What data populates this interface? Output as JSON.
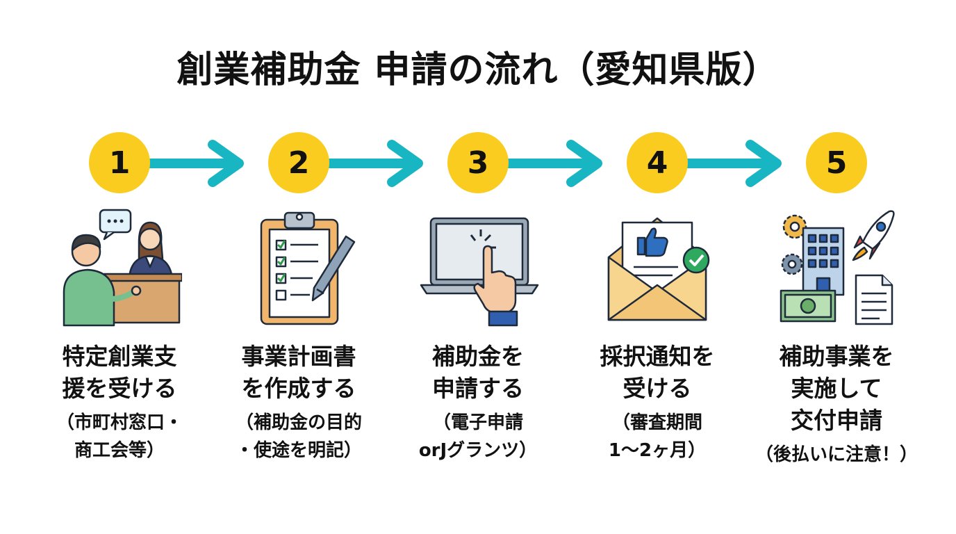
{
  "title": "創業補助金 申請の流れ（愛知県版）",
  "colors": {
    "circle": "#f9cc1f",
    "arrow": "#18b6c2",
    "outline": "#1e2a3a"
  },
  "steps": [
    {
      "number": "1",
      "label_line1": "特定創業支",
      "label_line2": "援を受ける",
      "note_line1": "（市町村窓口・",
      "note_line2": "商工会等）",
      "icon": "consultation-icon"
    },
    {
      "number": "2",
      "label_line1": "事業計画書",
      "label_line2": "を作成する",
      "note_line1": "（補助金の目的",
      "note_line2": "・使途を明記）",
      "icon": "clipboard-checklist-icon"
    },
    {
      "number": "3",
      "label_line1": "補助金を",
      "label_line2": "申請する",
      "note_line1": "（電子申請",
      "note_line2": "orJグランツ）",
      "icon": "laptop-click-icon"
    },
    {
      "number": "4",
      "label_line1": "採択通知を",
      "label_line2": "受ける",
      "note_line1": "（審査期間",
      "note_line2": "1〜2ヶ月）",
      "icon": "approval-envelope-icon"
    },
    {
      "number": "5",
      "label_line1": "補助事業を",
      "label_line2": "実施して",
      "label_line3": "交付申請",
      "note_line1": "（後払いに注意！）",
      "icon": "business-launch-icon"
    }
  ]
}
